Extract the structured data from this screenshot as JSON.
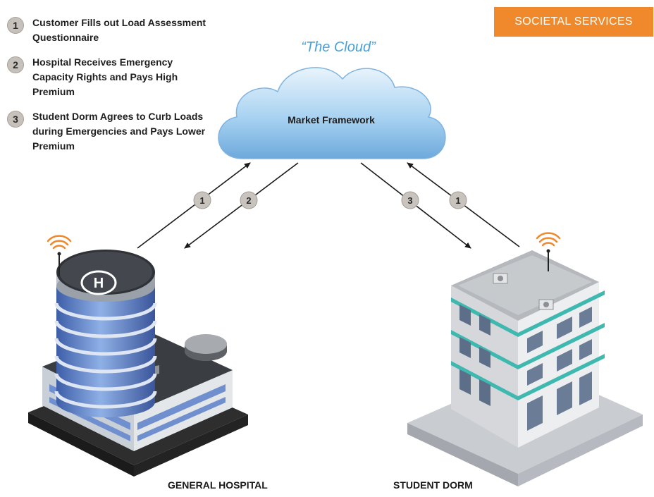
{
  "badge": "SOCIETAL SERVICES",
  "cloud": {
    "title": "“The Cloud”",
    "label": "Market Framework"
  },
  "steps": [
    {
      "num": "1",
      "text": "Customer Fills out Load Assessment Questionnaire"
    },
    {
      "num": "2",
      "text": "Hospital Receives Emergency Capacity Rights and Pays High Premium"
    },
    {
      "num": "3",
      "text": "Student Dorm Agrees to Curb Loads during Emergencies and Pays Lower Premium"
    }
  ],
  "arrows": {
    "hospital_up": "1",
    "hospital_down": "2",
    "dorm_down": "3",
    "dorm_up": "1"
  },
  "buildings": {
    "hospital": "GENERAL HOSPITAL",
    "dorm": "STUDENT DORM"
  },
  "colors": {
    "badge": "#f0892b",
    "cloud": "#8fc3ea",
    "cloud_title": "#4a9fd6",
    "accent_teal": "#3fb8b0",
    "wifi": "#f0892b"
  }
}
